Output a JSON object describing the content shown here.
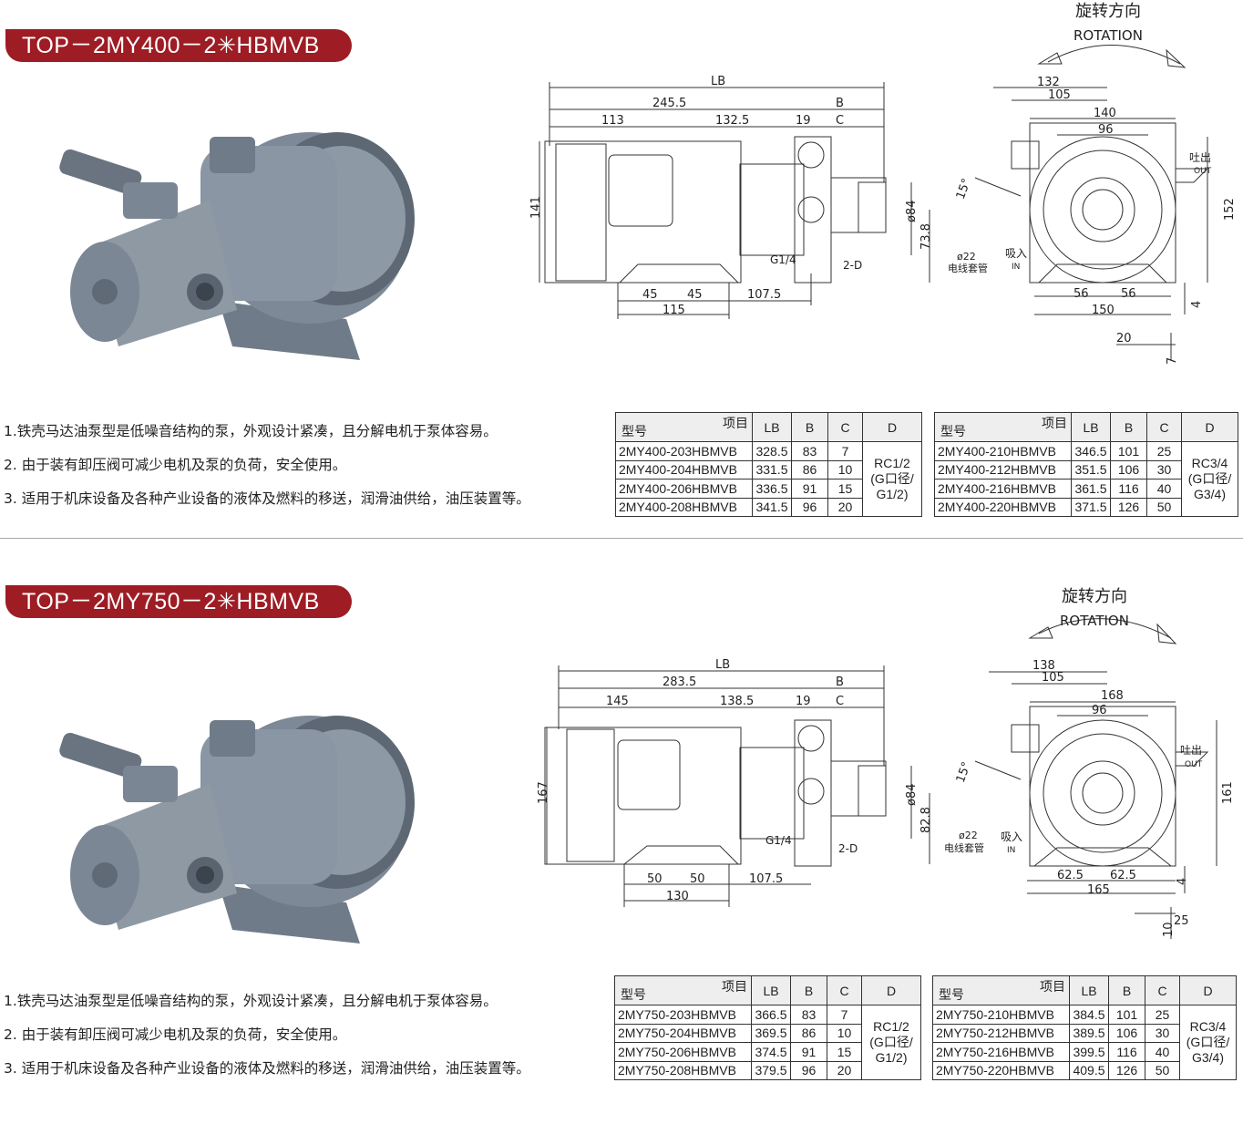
{
  "sections": [
    {
      "title": "TOP－2MY400－2✳HBMVB",
      "features": [
        "1.铁壳马达油泵型是低噪音结构的泵，外观设计紧凑，且分解电机于泵体容易。",
        "2. 由于装有卸压阀可减少电机及泵的负荷，安全使用。",
        "3. 适用于机床设备及各种产业设备的液体及燃料的移送，润滑油供给，油压装置等。"
      ],
      "drawing": {
        "rotation_cn": "旋转方向",
        "rotation_en": "ROTATION",
        "dim_LB": "LB",
        "dim_main": "245.5",
        "dim_B": "B",
        "dim_motor": "113",
        "dim_mid": "132.5",
        "dim_19": "19",
        "dim_C": "C",
        "dim_height": "141",
        "dim_phi84": "ø84",
        "dim_73": "73.8",
        "dim_G14": "G1/4",
        "dim_2D": "2-D",
        "dim_45a": "45",
        "dim_45b": "45",
        "dim_1075": "107.5",
        "dim_115": "115",
        "dim_132": "132",
        "dim_105": "105",
        "dim_140": "140",
        "dim_96": "96",
        "dim_15deg": "15°",
        "out_cn": "吐出",
        "out_en": "OUT",
        "dim_152": "152",
        "phi22": "ø22",
        "cable": "电线套管",
        "in_cn": "吸入",
        "in_en": "IN",
        "dim_56a": "56",
        "dim_56b": "56",
        "dim_4": "4",
        "dim_150": "150",
        "dim_20": "20",
        "dim_7": "7"
      },
      "tables": [
        {
          "rows": [
            [
              "2MY400-203HBMVB",
              "328.5",
              "83",
              "7"
            ],
            [
              "2MY400-204HBMVB",
              "331.5",
              "86",
              "10"
            ],
            [
              "2MY400-206HBMVB",
              "336.5",
              "91",
              "15"
            ],
            [
              "2MY400-208HBMVB",
              "341.5",
              "96",
              "20"
            ]
          ],
          "d_value": [
            "RC1/2",
            "(G口径/",
            "G1/2)"
          ]
        },
        {
          "rows": [
            [
              "2MY400-210HBMVB",
              "346.5",
              "101",
              "25"
            ],
            [
              "2MY400-212HBMVB",
              "351.5",
              "106",
              "30"
            ],
            [
              "2MY400-216HBMVB",
              "361.5",
              "116",
              "40"
            ],
            [
              "2MY400-220HBMVB",
              "371.5",
              "126",
              "50"
            ]
          ],
          "d_value": [
            "RC3/4",
            "(G口径/",
            "G3/4)"
          ]
        }
      ]
    },
    {
      "title": "TOP－2MY750－2✳HBMVB",
      "features": [
        "1.铁壳马达油泵型是低噪音结构的泵，外观设计紧凑，且分解电机于泵体容易。",
        "2. 由于装有卸压阀可减少电机及泵的负荷，安全使用。",
        "3. 适用于机床设备及各种产业设备的液体及燃料的移送，润滑油供给，油压装置等。"
      ],
      "drawing": {
        "rotation_cn": "旋转方向",
        "rotation_en": "ROTATION",
        "dim_LB": "LB",
        "dim_main": "283.5",
        "dim_B": "B",
        "dim_motor": "145",
        "dim_mid": "138.5",
        "dim_19": "19",
        "dim_C": "C",
        "dim_height": "167",
        "dim_phi84": "ø84",
        "dim_73": "82.8",
        "dim_G14": "G1/4",
        "dim_2D": "2-D",
        "dim_45a": "50",
        "dim_45b": "50",
        "dim_1075": "107.5",
        "dim_115": "130",
        "dim_132": "138",
        "dim_105": "105",
        "dim_140": "168",
        "dim_96": "96",
        "dim_15deg": "15°",
        "out_cn": "吐出",
        "out_en": "OUT",
        "dim_152": "161",
        "phi22": "ø22",
        "cable": "电线套管",
        "in_cn": "吸入",
        "in_en": "IN",
        "dim_56a": "62.5",
        "dim_56b": "62.5",
        "dim_4": "4",
        "dim_150": "165",
        "dim_20": "25",
        "dim_7": "10"
      },
      "tables": [
        {
          "rows": [
            [
              "2MY750-203HBMVB",
              "366.5",
              "83",
              "7"
            ],
            [
              "2MY750-204HBMVB",
              "369.5",
              "86",
              "10"
            ],
            [
              "2MY750-206HBMVB",
              "374.5",
              "91",
              "15"
            ],
            [
              "2MY750-208HBMVB",
              "379.5",
              "96",
              "20"
            ]
          ],
          "d_value": [
            "RC1/2",
            "(G口径/",
            "G1/2)"
          ]
        },
        {
          "rows": [
            [
              "2MY750-210HBMVB",
              "384.5",
              "101",
              "25"
            ],
            [
              "2MY750-212HBMVB",
              "389.5",
              "106",
              "30"
            ],
            [
              "2MY750-216HBMVB",
              "399.5",
              "116",
              "40"
            ],
            [
              "2MY750-220HBMVB",
              "409.5",
              "126",
              "50"
            ]
          ],
          "d_value": [
            "RC3/4",
            "(G口径/",
            "G3/4)"
          ]
        }
      ]
    }
  ],
  "table_header": {
    "item": "项目",
    "model": "型号",
    "lb": "LB",
    "b": "B",
    "c": "C",
    "d": "D"
  },
  "colors": {
    "brand_red": "#9e1c24",
    "pump_body": "#8a96a4"
  }
}
